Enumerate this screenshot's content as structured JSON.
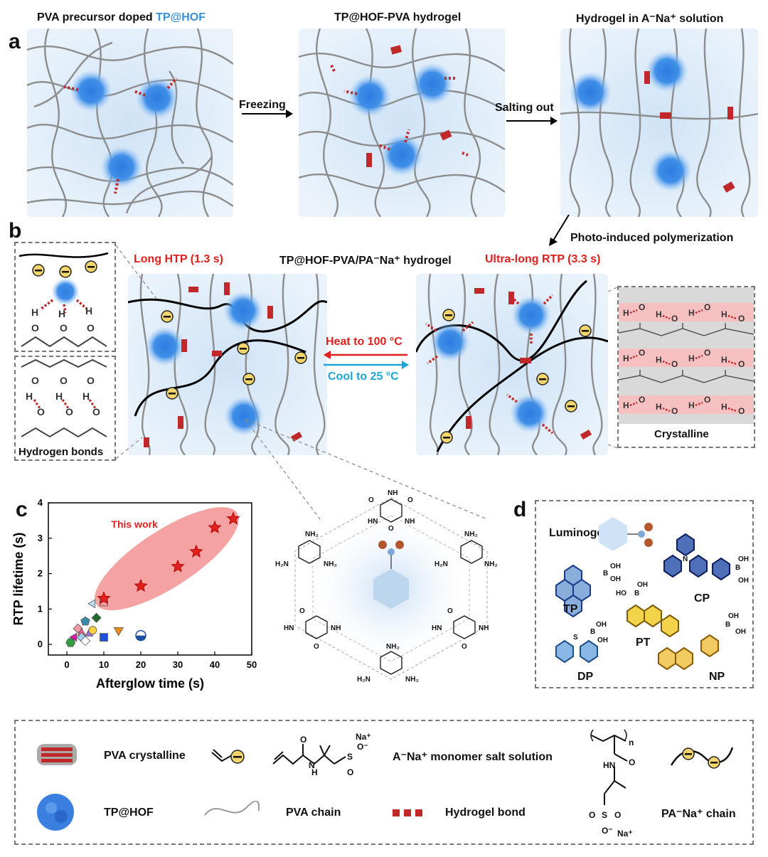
{
  "panel_a": {
    "letter": "a",
    "title1_prefix": "PVA precursor doped ",
    "title1_highlight": "TP@HOF",
    "title2": "TP@HOF-PVA hydrogel",
    "title3": "Hydrogel in A⁻Na⁺ solution",
    "arrow1_label": "Freezing",
    "arrow2_label": "Salting out"
  },
  "panel_b": {
    "letter": "b",
    "arrow_down_label": "Photo-induced polymerization",
    "title_left": "Long HTP (1.3 s)",
    "title_center": "TP@HOF-PVA/PA⁻Na⁺ hydrogel",
    "title_right": "Ultra-long RTP (3.3 s)",
    "heat_label": "Heat to 100 °C",
    "cool_label": "Cool to 25 °C",
    "hbond_box_label": "Hydrogen bonds",
    "crystalline_box_label": "Crystalline"
  },
  "panel_c": {
    "letter": "c",
    "annotation": "This work",
    "chart_data": {
      "type": "scatter",
      "xlabel": "Afterglow time (s)",
      "ylabel": "RTP lifetime (s)",
      "xlim": [
        -5,
        50
      ],
      "ylim": [
        -0.3,
        4
      ],
      "xticks": [
        "0",
        "10",
        "20",
        "30",
        "40",
        "50"
      ],
      "yticks": [
        "0",
        "1",
        "2",
        "3",
        "4"
      ],
      "series": [
        {
          "marker": "star",
          "color": "#e0201c",
          "points": [
            [
              10,
              1.3
            ],
            [
              20,
              1.65
            ],
            [
              30,
              2.2
            ],
            [
              35,
              2.62
            ],
            [
              40,
              3.3
            ],
            [
              45,
              3.55
            ]
          ]
        },
        {
          "marker": "mixed",
          "points": [
            {
              "x": 1,
              "y": 0.05,
              "shape": "hexagon",
              "color": "#2e9e3e"
            },
            {
              "x": 2,
              "y": 0.2,
              "shape": "triangle-left",
              "color": "#d61aa5"
            },
            {
              "x": 3,
              "y": 0.45,
              "shape": "diamond",
              "color": "#f39ca8"
            },
            {
              "x": 4,
              "y": 0.32,
              "shape": "triangle",
              "color": "#ff5c8a"
            },
            {
              "x": 4,
              "y": 0.2,
              "shape": "diamond",
              "color": "#9fd0f0"
            },
            {
              "x": 5,
              "y": 0.1,
              "shape": "diamond",
              "color": "#ffffff"
            },
            {
              "x": 5,
              "y": 0.65,
              "shape": "pentagon",
              "color": "#3b8ea5"
            },
            {
              "x": 6,
              "y": 0.3,
              "shape": "triangle",
              "color": "#9b6fd6"
            },
            {
              "x": 7,
              "y": 0.4,
              "shape": "circle",
              "color": "#ffd23f"
            },
            {
              "x": 7,
              "y": 1.15,
              "shape": "triangle-left",
              "color": "#b8e0f0"
            },
            {
              "x": 8,
              "y": 0.75,
              "shape": "diamond",
              "color": "#1f6b2e"
            },
            {
              "x": 10,
              "y": 1.2,
              "shape": "square",
              "color": "#f29b9b"
            },
            {
              "x": 10,
              "y": 0.2,
              "shape": "square",
              "color": "#1f4fe0"
            },
            {
              "x": 14,
              "y": 0.4,
              "shape": "triangle-down",
              "color": "#f28a1a"
            },
            {
              "x": 20,
              "y": 0.25,
              "shape": "half-circle",
              "color": "#1f4fa0"
            }
          ]
        }
      ]
    }
  },
  "panel_d": {
    "letter": "d",
    "heading": "Luminogens：",
    "compounds": [
      "TP",
      "CP",
      "PT",
      "DP",
      "NP"
    ]
  },
  "structure": {
    "nh2": "NH₂",
    "h2n": "H₂N",
    "hn": "HN",
    "nh": "NH",
    "n": "N",
    "o": "O",
    "oh": "OH",
    "ho": "HO",
    "b": "B",
    "h": "H",
    "s": "S"
  },
  "legend": {
    "pva_crystalline": "PVA crystalline",
    "monomer_salt": "A⁻Na⁺ monomer salt solution",
    "tp_hof": "TP@HOF",
    "pva_chain": "PVA chain",
    "hydrogel_bond": "Hydrogel bond",
    "pa_chain": "PA⁻Na⁺ chain",
    "na_plus": "Na⁺",
    "o_minus": "O⁻",
    "subscript_n": "n"
  }
}
